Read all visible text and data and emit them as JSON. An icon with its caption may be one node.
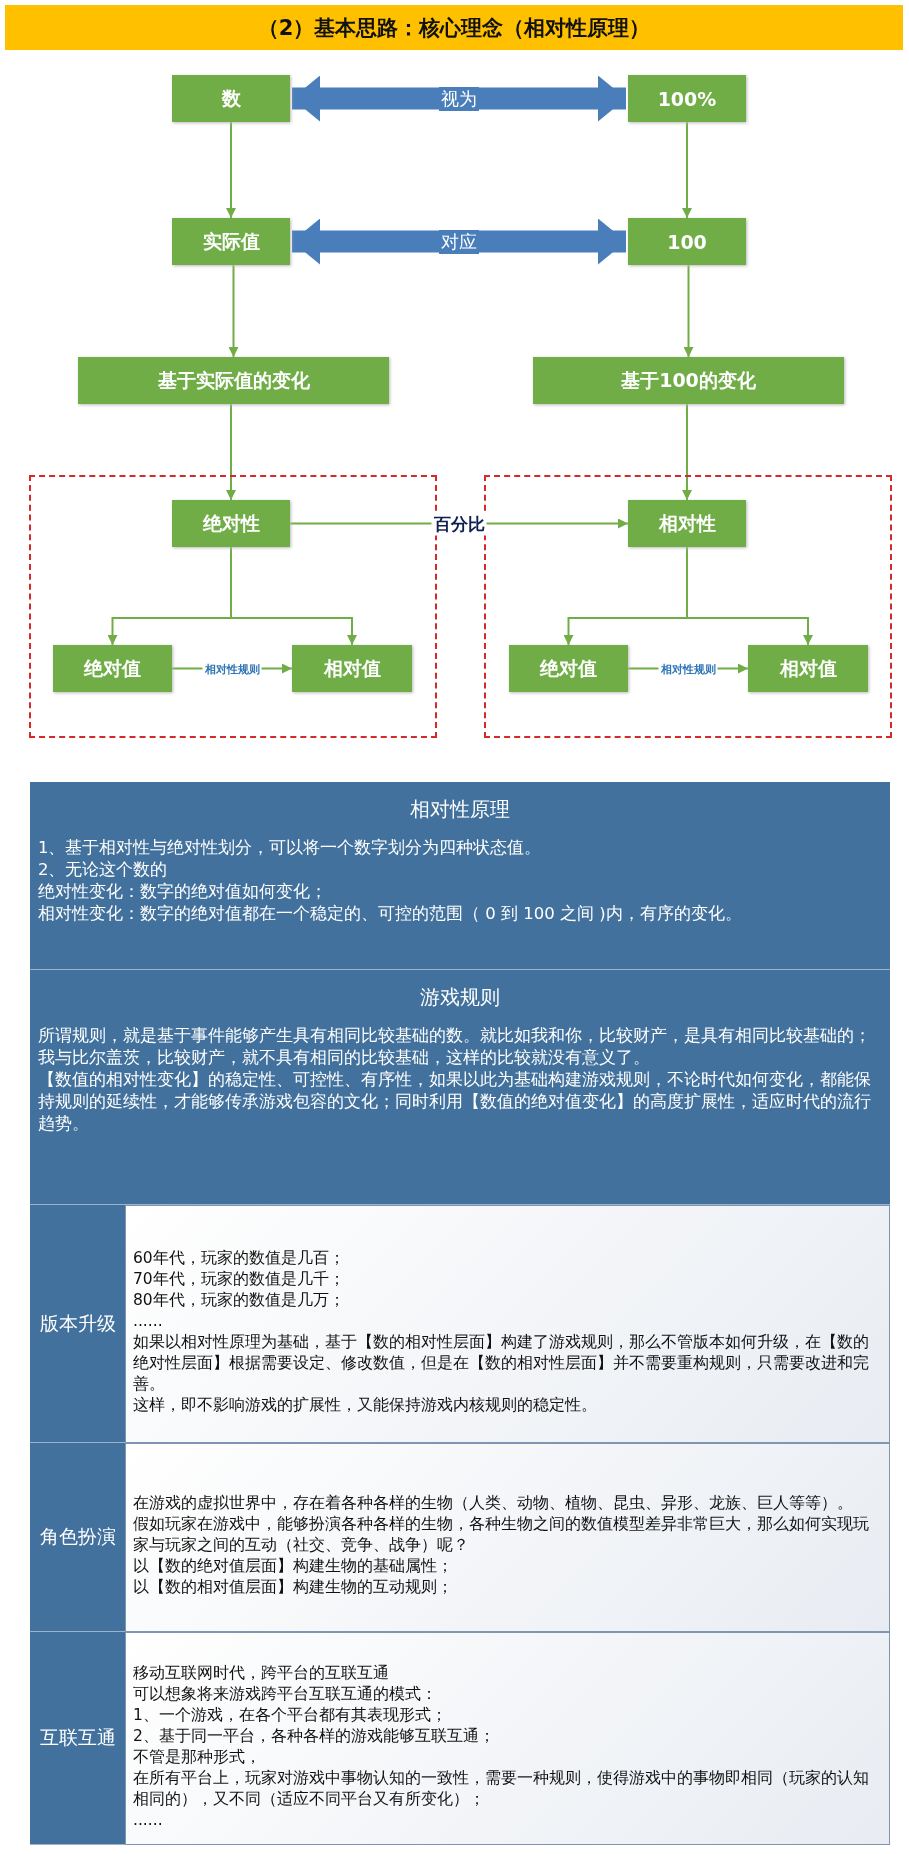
{
  "diagram": {
    "title": "（2）基本思路：核心理念（相对性原理）",
    "nodes": [
      {
        "text": [
          "数"
        ]
      },
      {
        "text": [
          "100%"
        ]
      },
      {
        "text": [
          "实际值"
        ]
      },
      {
        "text": [
          "100"
        ]
      },
      {
        "text": [
          "基于实际值的变化"
        ]
      },
      {
        "text": [
          "基于100的变化"
        ]
      },
      {
        "text": [],
        "shape": "box"
      },
      {
        "text": [
          "绝对性"
        ],
        "in": 6
      },
      {
        "text": [
          "绝对值"
        ],
        "in": 6
      },
      {
        "text": [
          "相对值"
        ],
        "in": 6
      },
      {
        "text": [],
        "shape": "box"
      },
      {
        "text": [
          "相对性"
        ],
        "in": 10
      },
      {
        "text": [
          "绝对值"
        ],
        "in": 10
      },
      {
        "text": [
          "相对值"
        ],
        "in": 10
      }
    ],
    "edges": [
      {
        "from": 0,
        "to": 1,
        "arrow": "both",
        "label": "视为",
        "style": "thick",
        "color": "#4a7ebb"
      },
      {
        "from": 2,
        "to": 3,
        "arrow": "both",
        "label": "对应",
        "style": "thick",
        "color": "#4a7ebb"
      },
      {
        "from": 0,
        "to": 2,
        "arrow": "to"
      },
      {
        "from": 1,
        "to": 3,
        "arrow": "to"
      },
      {
        "from": 2,
        "to": 4,
        "arrow": "to"
      },
      {
        "from": 3,
        "to": 5,
        "arrow": "to"
      },
      {
        "from": 4,
        "to": 7,
        "arrow": "to"
      },
      {
        "from": 5,
        "to": 11,
        "arrow": "to"
      },
      {
        "from": 7,
        "to": 11,
        "arrow": "to",
        "label": "百分比"
      },
      {
        "from": 7,
        "to": 8,
        "arrow": "to"
      },
      {
        "from": 7,
        "to": 9,
        "arrow": "to"
      },
      {
        "from": 8,
        "to": 9,
        "arrow": "to",
        "label": "相对性规则"
      },
      {
        "from": 11,
        "to": 12,
        "arrow": "to"
      },
      {
        "from": 11,
        "to": 13,
        "arrow": "to"
      },
      {
        "from": 12,
        "to": 13,
        "arrow": "to",
        "label": "相对性规则"
      }
    ],
    "labels": [
      "相对性原理",
      "1、基于相对性与绝对性划分，可以将一个数字划分为四种状态值。",
      "2、无论这个数的",
      "绝对性变化：数字的绝对值如何变化；",
      "相对性变化：数字的绝对值都在一个稳定的、可控的范围（ 0 到 100 之间 )内，有序的变化。",
      "游戏规则",
      "所谓规则，就是基于事件能够产生具有相同比较基础的数。就比如我和你，比较财产，是具有相同比较基础的；我与比尔盖茨，比较财产，就不具有相同的比较基础，这样的比较就没有意义了。",
      "【数值的相对性变化】的稳定性、可控性、有序性，如果以此为基础构建游戏规则，不论时代如何变化，都能保持规则的延续性，才能够传承游戏包容的文化；同时利用【数值的绝对值变化】的高度扩展性，适应时代的流行趋势。",
      "版本升级",
      "60年代，玩家的数值是几百；",
      "70年代，玩家的数值是几千；",
      "80年代，玩家的数值是几万；",
      "......",
      "如果以相对性原理为基础，基于【数的相对性层面】构建了游戏规则，那么不管版本如何升级，在【数的绝对性层面】根据需要设定、修改数值，但是在【数的相对性层面】并不需要重构规则，只需要改进和完善。",
      "这样，即不影响游戏的扩展性，又能保持游戏内核规则的稳定性。",
      "角色扮演",
      "在游戏的虚拟世界中，存在着各种各样的生物（人类、动物、植物、昆虫、异形、龙族、巨人等等）。",
      "假如玩家在游戏中，能够扮演各种各样的生物，各种生物之间的数值模型差异非常巨大，那么如何实现玩家与玩家之间的互动（社交、竞争、战争）呢？",
      "以【数的绝对值层面】构建生物的基础属性；",
      "以【数的相对值层面】构建生物的互动规则；",
      "互联互通",
      "移动互联网时代，跨平台的互联互通",
      "可以想象将来游戏跨平台互联互通的模式：",
      "1、一个游戏，在各个平台都有其表现形式；",
      "2、基于同一平台，各种各样的游戏能够互联互通；",
      "不管是那种形式，",
      "在所有平台上，玩家对游戏中事物认知的一致性，需要一种规则，使得游戏中的事物即相同（玩家的认知相同的），又不同（适应不同平台又有所变化）；",
      "......"
    ]
  }
}
